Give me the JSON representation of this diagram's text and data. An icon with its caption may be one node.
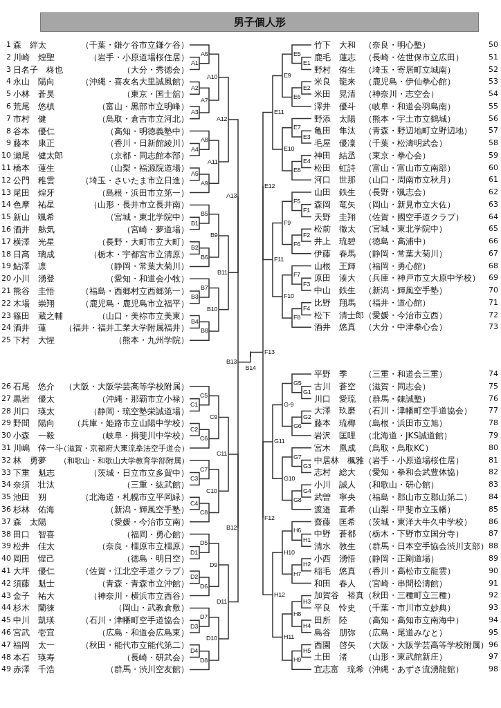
{
  "diagram": {
    "title": "男子個人形",
    "nodes": [
      {
        "text": [
          "1",
          "森　絆太",
          "（千葉・鎌ケ谷市立鎌ケ谷）"
        ]
      },
      {
        "text": [
          "2",
          "川崎　煌聖",
          "（岩手・小原道場桜住居）"
        ]
      },
      {
        "text": [
          "3",
          "日名子　柊也",
          "（大分・秀徳会）"
        ]
      },
      {
        "text": [
          "4",
          "永山　陽向",
          "（沖縄・喜友名大里誠風館）"
        ]
      },
      {
        "text": [
          "5",
          "小林　蒼昊",
          "（東京・国士舘）"
        ]
      },
      {
        "text": [
          "6",
          "荒尾　悠槙",
          "（富山・黒部市立明峰）"
        ]
      },
      {
        "text": [
          "7",
          "市村　健",
          "（鳥取・倉吉市立河北）"
        ]
      },
      {
        "text": [
          "8",
          "谷本　優仁",
          "（高知・明徳義塾中）"
        ]
      },
      {
        "text": [
          "9",
          "藤本　康正",
          "（香川・日新館綾川）"
        ]
      },
      {
        "text": [
          "10",
          "瀬尾　健太郎",
          "（京都・同志館本部）"
        ]
      },
      {
        "text": [
          "11",
          "橋本　蓮生",
          "（山梨・福源院道場）"
        ]
      },
      {
        "text": [
          "12",
          "公門　稚雲",
          "（埼玉・さいたま市立日進）"
        ]
      },
      {
        "text": [
          "13",
          "尾田　煌牙",
          "（島根・浜田市立第一）"
        ]
      },
      {
        "text": [
          "14",
          "色摩　祐星",
          "（山形・長井市立長井南）"
        ]
      },
      {
        "text": [
          "15",
          "新山　颯希",
          "（宮城・東北学院中）"
        ]
      },
      {
        "text": [
          "16",
          "酒井　舷気",
          "（宮崎・夢道場）"
        ]
      },
      {
        "text": [
          "17",
          "横澤　光星",
          "（長野・大町市立大町）"
        ]
      },
      {
        "text": [
          "18",
          "日髙　璃成",
          "（栃木・宇都宮市立清原）"
        ]
      },
      {
        "text": [
          "19",
          "鮎澤　凛",
          "（静岡・常葉大菊川）"
        ]
      },
      {
        "text": [
          "20",
          "小川　湧登",
          "（愛知・和道会小牧）"
        ]
      },
      {
        "text": [
          "21",
          "熊谷　圭悟",
          "（福島・西郷村立西郷第一）"
        ]
      },
      {
        "text": [
          "22",
          "木場　崇翔",
          "（鹿児島・鹿児島市立福平）"
        ]
      },
      {
        "text": [
          "23",
          "篠田　蔵之輔",
          "（山口・美祢市立美東）"
        ]
      },
      {
        "text": [
          "24",
          "酒井　蓮",
          "（福井・福井工業大学附属福井）"
        ]
      },
      {
        "text": [
          "25",
          "下村　大惺",
          "（熊本・九州学院）"
        ]
      },
      {
        "text": [
          "26",
          "石尾　悠介",
          "（大阪・大阪学芸高等学校附属）"
        ]
      },
      {
        "text": [
          "27",
          "黒岩　優太",
          "（沖縄・那覇市立小禄）"
        ]
      },
      {
        "text": [
          "28",
          "川口　瑛太",
          "（静岡・琉空塾栄誠道場）"
        ]
      },
      {
        "text": [
          "29",
          "野間　陽向",
          "（兵庫・姫路市立山陽中学校）"
        ]
      },
      {
        "text": [
          "30",
          "小森　一毅",
          "（岐阜・揖斐川中学校）"
        ]
      },
      {
        "text": [
          "31",
          "川嶋　倖一斗",
          "（滋賀・京都府大東流拳法空手道会）"
        ]
      },
      {
        "text": [
          "32",
          "林　勇夢",
          "（和歌山・和歌山大学教育学部附属）"
        ]
      },
      {
        "text": [
          "33",
          "下重　魁志",
          "（茨城・日立市立多賀中）"
        ]
      },
      {
        "text": [
          "34",
          "奈須　壮汰",
          "（三重・紘武館）"
        ]
      },
      {
        "text": [
          "35",
          "池田　朔",
          "（北海道・札幌市立平岡緑）"
        ]
      },
      {
        "text": [
          "36",
          "杉林　佑海",
          "（新潟・輝風空手塾）"
        ]
      },
      {
        "text": [
          "37",
          "森　太陽",
          "（愛媛・今治市立南）"
        ]
      },
      {
        "text": [
          "38",
          "田口　智喜",
          "（福岡・勇心館）"
        ]
      },
      {
        "text": [
          "39",
          "松井　佳太",
          "（奈良・橿原市立橿原）"
        ]
      },
      {
        "text": [
          "40",
          "岡田　惺己",
          "（徳島・明日空）"
        ]
      },
      {
        "text": [
          "41",
          "大坪　優仁",
          "（佐賀・江北空手道クラブ）"
        ]
      },
      {
        "text": [
          "42",
          "須藤　魁士",
          "（青森・青森市立沖館）"
        ]
      },
      {
        "text": [
          "43",
          "金子　祐大",
          "（神奈川・横浜市立西谷）"
        ]
      },
      {
        "text": [
          "44",
          "杉木　蘭徠",
          "（岡山・武教倉敷）"
        ]
      },
      {
        "text": [
          "45",
          "中川　凱瑛",
          "（石川・津幡町空手道協会）"
        ]
      },
      {
        "text": [
          "46",
          "宮武　壱宜",
          "（広島・和道会広島東）"
        ]
      },
      {
        "text": [
          "47",
          "福岡　太一",
          "（秋田・能代市立能代第二）"
        ]
      },
      {
        "text": [
          "48",
          "本石　瑛寿",
          "（長崎・研武会）"
        ]
      },
      {
        "text": [
          "49",
          "赤澤　千浩",
          "（群馬・渋川空友館）"
        ]
      },
      {
        "text": [
          "竹下　大和",
          "（奈良・明心塾）",
          "50"
        ]
      },
      {
        "text": [
          "鹿毛　蓮志",
          "（長崎・佐世保市立広田）",
          "51"
        ]
      },
      {
        "text": [
          "野村　侑生",
          "（埼玉・寄居町立城南）",
          "52"
        ]
      },
      {
        "text": [
          "米良　龍来",
          "（鹿児島・伊仙拳心館）",
          "53"
        ]
      },
      {
        "text": [
          "米田　晃清",
          "（神奈川・志空会）",
          "54"
        ]
      },
      {
        "text": [
          "澤井　優斗",
          "（岐阜・和道会羽島南）",
          "55"
        ]
      },
      {
        "text": [
          "野添　太陽",
          "（熊本・宇土市立鶴城）",
          "56"
        ]
      },
      {
        "text": [
          "亀田　隼汰",
          "（青森・野辺地町立野辺地）",
          "57"
        ]
      },
      {
        "text": [
          "毛屋　優凜",
          "（千葉・松濤明武会）",
          "58"
        ]
      },
      {
        "text": [
          "神田　結丞",
          "（東京・拳心会）",
          "59"
        ]
      },
      {
        "text": [
          "松田　虹詩",
          "（富山・富山市立南部）",
          "60"
        ]
      },
      {
        "text": [
          "河口　世那",
          "（山口・周南市立秋月）",
          "61"
        ]
      },
      {
        "text": [
          "山田　鉄生",
          "（長野・颯志会）",
          "62"
        ]
      },
      {
        "text": [
          "森岡　竜矢",
          "（岡山・新見市立大佐）",
          "63"
        ]
      },
      {
        "text": [
          "天野　圭翔",
          "（佐賀・國空手道クラブ）",
          "64"
        ]
      },
      {
        "text": [
          "松前　徹太",
          "（宮城・東北学院中）",
          "65"
        ]
      },
      {
        "text": [
          "井上　琉碧",
          "（徳島・高浦中）",
          "66"
        ]
      },
      {
        "text": [
          "伊藤　春馬",
          "（静岡・常葉大菊川）",
          "67"
        ]
      },
      {
        "text": [
          "山根　王輝",
          "（福岡・勇心館）",
          "68"
        ]
      },
      {
        "text": [
          "原田　湊大",
          "（兵庫・神戸市立大原中学校）",
          "69"
        ]
      },
      {
        "text": [
          "中山　鉄生",
          "（新潟・輝風空手塾）",
          "70"
        ]
      },
      {
        "text": [
          "比野　翔馬",
          "（福井・道心館）",
          "71"
        ]
      },
      {
        "text": [
          "松下　清士郎",
          "（愛媛・今治市立西）",
          "72"
        ]
      },
      {
        "text": [
          "酒井　悠真",
          "（大分・中津拳心会）",
          "73"
        ]
      },
      {
        "text": [
          "平野　季",
          "（三重・和道会三重）",
          "74"
        ]
      },
      {
        "text": [
          "古川　蒼空",
          "（滋賀・同志会）",
          "75"
        ]
      },
      {
        "text": [
          "川口　愛琉",
          "（群馬・錬誠塾）",
          "76"
        ]
      },
      {
        "text": [
          "大澤　玖磨",
          "（石川・津幡町空手道協会）",
          "77"
        ]
      },
      {
        "text": [
          "藤本　琉椰",
          "（島根・浜田市立旭）",
          "78"
        ]
      },
      {
        "text": [
          "岩沢　匡哩",
          "（北海道・JKS誠道館）",
          "79"
        ]
      },
      {
        "text": [
          "宮木　凰成",
          "（鳥取・鳥取KC）",
          "80"
        ]
      },
      {
        "text": [
          "中居林　楓雅",
          "（岩手・小原道場桜住居）",
          "81"
        ]
      },
      {
        "text": [
          "志村　総大",
          "（愛知・拳和会武豊体協）",
          "82"
        ]
      },
      {
        "text": [
          "小川　誠人",
          "（和歌山・研心館）",
          "83"
        ]
      },
      {
        "text": [
          "武曽　寧央",
          "（福島・郡山市立郡山第二）",
          "84"
        ]
      },
      {
        "text": [
          "渡邉　直希",
          "（山梨・甲斐市立玉幡）",
          "85"
        ]
      },
      {
        "text": [
          "齋藤　匡希",
          "（茨城・東洋大牛久中学校）",
          "86"
        ]
      },
      {
        "text": [
          "中野　蒼都",
          "（栃木・下野市立国分寺）",
          "87"
        ]
      },
      {
        "text": [
          "清水　敦生",
          "（群馬・日本空手協会渋川支部）",
          "88"
        ]
      },
      {
        "text": [
          "小西　湧悟",
          "（静岡・正剛道場）",
          "89"
        ]
      },
      {
        "text": [
          "稲毛　悠真",
          "（香川・高松市立龍雲）",
          "90"
        ]
      },
      {
        "text": [
          "和田　春人",
          "（宮崎・串間松濤館）",
          "91"
        ]
      },
      {
        "text": [
          "加賀谷　裕真",
          "（秋田・三種町立三種）",
          "92"
        ]
      },
      {
        "text": [
          "平良　怜史",
          "（千葉・市川市立妙典）",
          "93"
        ]
      },
      {
        "text": [
          "田所　陸",
          "（高知・高知市立南海中）",
          "94"
        ]
      },
      {
        "text": [
          "島谷　朋弥",
          "（広島・尾道みなと）",
          "95"
        ]
      },
      {
        "text": [
          "西園　啓矢",
          "（大阪・大阪学芸高等学校附属）",
          "96"
        ]
      },
      {
        "text": [
          "土田　渚",
          "（山形・東武館新庄）",
          "97"
        ]
      },
      {
        "text": [
          "宜志富　琉希",
          "（沖縄・あずさ流湧龍館）",
          "98"
        ]
      },
      {
        "text": [
          "A1"
        ]
      },
      {
        "text": [
          "A2"
        ]
      },
      {
        "text": [
          "A3"
        ]
      },
      {
        "text": [
          "A4"
        ]
      },
      {
        "text": [
          "A5"
        ]
      },
      {
        "text": [
          "A6"
        ]
      },
      {
        "text": [
          "A7"
        ]
      },
      {
        "text": [
          "A8"
        ]
      },
      {
        "text": [
          "A9"
        ]
      },
      {
        "text": [
          "A10"
        ]
      },
      {
        "text": [
          "A11"
        ]
      },
      {
        "text": [
          "A12"
        ]
      },
      {
        "text": [
          "A13"
        ]
      },
      {
        "text": [
          "B1"
        ]
      },
      {
        "text": [
          "B2"
        ]
      },
      {
        "text": [
          "B3"
        ]
      },
      {
        "text": [
          "B4"
        ]
      },
      {
        "text": [
          "B5"
        ]
      },
      {
        "text": [
          "B6"
        ]
      },
      {
        "text": [
          "B7"
        ]
      },
      {
        "text": [
          "B8"
        ]
      },
      {
        "text": [
          "B9"
        ]
      },
      {
        "text": [
          "B10"
        ]
      },
      {
        "text": [
          "B11"
        ]
      },
      {
        "text": [
          "B12"
        ]
      },
      {
        "text": [
          "B13"
        ]
      },
      {
        "text": [
          "B14"
        ]
      },
      {
        "text": [
          "C1"
        ]
      },
      {
        "text": [
          "C2"
        ]
      },
      {
        "text": [
          "C3"
        ]
      },
      {
        "text": [
          "C4"
        ]
      },
      {
        "text": [
          "C5"
        ]
      },
      {
        "text": [
          "C6"
        ]
      },
      {
        "text": [
          "C7"
        ]
      },
      {
        "text": [
          "C8"
        ]
      },
      {
        "text": [
          "C9"
        ]
      },
      {
        "text": [
          "C10"
        ]
      },
      {
        "text": [
          "C11"
        ]
      },
      {
        "text": [
          "D1"
        ]
      },
      {
        "text": [
          "D2"
        ]
      },
      {
        "text": [
          "D3"
        ]
      },
      {
        "text": [
          "D4"
        ]
      },
      {
        "text": [
          "D5"
        ]
      },
      {
        "text": [
          "D6"
        ]
      },
      {
        "text": [
          "D7"
        ]
      },
      {
        "text": [
          "D8"
        ]
      },
      {
        "text": [
          "D9"
        ]
      },
      {
        "text": [
          "D10"
        ]
      },
      {
        "text": [
          "D11"
        ]
      },
      {
        "text": [
          "E1"
        ]
      },
      {
        "text": [
          "E2"
        ]
      },
      {
        "text": [
          "E3"
        ]
      },
      {
        "text": [
          "E4"
        ]
      },
      {
        "text": [
          "E5"
        ]
      },
      {
        "text": [
          "E6"
        ]
      },
      {
        "text": [
          "E7"
        ]
      },
      {
        "text": [
          "E8"
        ]
      },
      {
        "text": [
          "E9"
        ]
      },
      {
        "text": [
          "E10"
        ]
      },
      {
        "text": [
          "E11"
        ]
      },
      {
        "text": [
          "E12"
        ]
      },
      {
        "text": [
          "F1"
        ]
      },
      {
        "text": [
          "F2"
        ]
      },
      {
        "text": [
          "F3"
        ]
      },
      {
        "text": [
          "F4"
        ]
      },
      {
        "text": [
          "F5"
        ]
      },
      {
        "text": [
          "F6"
        ]
      },
      {
        "text": [
          "F7"
        ]
      },
      {
        "text": [
          "F8"
        ]
      },
      {
        "text": [
          "F9"
        ]
      },
      {
        "text": [
          "F10"
        ]
      },
      {
        "text": [
          "F11"
        ]
      },
      {
        "text": [
          "F12"
        ]
      },
      {
        "text": [
          "F13"
        ]
      },
      {
        "text": [
          "G1"
        ]
      },
      {
        "text": [
          "G2"
        ]
      },
      {
        "text": [
          "G3"
        ]
      },
      {
        "text": [
          "G4"
        ]
      },
      {
        "text": [
          "G5"
        ]
      },
      {
        "text": [
          "G6"
        ]
      },
      {
        "text": [
          "G7"
        ]
      },
      {
        "text": [
          "G8"
        ]
      },
      {
        "text": [
          "G-9"
        ]
      },
      {
        "text": [
          "G10"
        ]
      },
      {
        "text": [
          "G11"
        ]
      },
      {
        "text": [
          "H1"
        ]
      },
      {
        "text": [
          "H2"
        ]
      },
      {
        "text": [
          "H3"
        ]
      },
      {
        "text": [
          "H4"
        ]
      },
      {
        "text": [
          "H5"
        ]
      },
      {
        "text": [
          "H6"
        ]
      },
      {
        "text": [
          "H7"
        ]
      },
      {
        "text": [
          "H8"
        ]
      },
      {
        "text": [
          "H9"
        ]
      },
      {
        "text": [
          "H10"
        ]
      },
      {
        "text": [
          "H11"
        ]
      },
      {
        "text": [
          "H12"
        ]
      }
    ],
    "edges": [
      {
        "from": 1,
        "to": 98,
        "arrow": "none"
      },
      {
        "from": 2,
        "to": 98,
        "arrow": "none"
      },
      {
        "from": 3,
        "to": 99,
        "arrow": "none"
      },
      {
        "from": 4,
        "to": 99,
        "arrow": "none"
      },
      {
        "from": 5,
        "to": 100,
        "arrow": "none"
      },
      {
        "from": 6,
        "to": 100,
        "arrow": "none"
      },
      {
        "from": 8,
        "to": 101,
        "arrow": "none"
      },
      {
        "from": 9,
        "to": 101,
        "arrow": "none"
      },
      {
        "from": 10,
        "to": 102,
        "arrow": "none"
      },
      {
        "from": 11,
        "to": 102,
        "arrow": "none"
      },
      {
        "from": 0,
        "to": 103,
        "arrow": "none"
      },
      {
        "from": 98,
        "to": 103,
        "arrow": "none"
      },
      {
        "from": 99,
        "to": 104,
        "arrow": "none"
      },
      {
        "from": 100,
        "to": 104,
        "arrow": "none"
      },
      {
        "from": 7,
        "to": 105,
        "arrow": "none"
      },
      {
        "from": 101,
        "to": 105,
        "arrow": "none"
      },
      {
        "from": 102,
        "to": 106,
        "arrow": "none"
      },
      {
        "from": 12,
        "to": 106,
        "arrow": "none"
      },
      {
        "from": 103,
        "to": 107,
        "arrow": "none"
      },
      {
        "from": 104,
        "to": 107,
        "arrow": "none"
      },
      {
        "from": 105,
        "to": 108,
        "arrow": "none"
      },
      {
        "from": 106,
        "to": 108,
        "arrow": "none"
      },
      {
        "from": 107,
        "to": 109,
        "arrow": "none"
      },
      {
        "from": 108,
        "to": 109,
        "arrow": "none"
      },
      {
        "from": 109,
        "to": 110,
        "arrow": "none"
      },
      {
        "from": 121,
        "to": 110,
        "arrow": "none"
      },
      {
        "from": 14,
        "to": 111,
        "arrow": "none"
      },
      {
        "from": 15,
        "to": 111,
        "arrow": "none"
      },
      {
        "from": 16,
        "to": 112,
        "arrow": "none"
      },
      {
        "from": 17,
        "to": 112,
        "arrow": "none"
      },
      {
        "from": 20,
        "to": 113,
        "arrow": "none"
      },
      {
        "from": 21,
        "to": 113,
        "arrow": "none"
      },
      {
        "from": 22,
        "to": 114,
        "arrow": "none"
      },
      {
        "from": 23,
        "to": 114,
        "arrow": "none"
      },
      {
        "from": 13,
        "to": 115,
        "arrow": "none"
      },
      {
        "from": 111,
        "to": 115,
        "arrow": "none"
      },
      {
        "from": 112,
        "to": 116,
        "arrow": "none"
      },
      {
        "from": 18,
        "to": 116,
        "arrow": "none"
      },
      {
        "from": 19,
        "to": 117,
        "arrow": "none"
      },
      {
        "from": 113,
        "to": 117,
        "arrow": "none"
      },
      {
        "from": 114,
        "to": 118,
        "arrow": "none"
      },
      {
        "from": 24,
        "to": 118,
        "arrow": "none"
      },
      {
        "from": 115,
        "to": 119,
        "arrow": "none"
      },
      {
        "from": 116,
        "to": 119,
        "arrow": "none"
      },
      {
        "from": 117,
        "to": 120,
        "arrow": "none"
      },
      {
        "from": 118,
        "to": 120,
        "arrow": "none"
      },
      {
        "from": 119,
        "to": 121,
        "arrow": "none"
      },
      {
        "from": 120,
        "to": 121,
        "arrow": "none"
      },
      {
        "from": 135,
        "to": 122,
        "arrow": "none"
      },
      {
        "from": 146,
        "to": 122,
        "arrow": "none"
      },
      {
        "from": 110,
        "to": 123,
        "arrow": "none"
      },
      {
        "from": 122,
        "to": 123,
        "arrow": "none"
      },
      {
        "from": 123,
        "to": 124,
        "arrow": "none"
      },
      {
        "from": 171,
        "to": 124,
        "arrow": "none"
      },
      {
        "from": 26,
        "to": 125,
        "arrow": "none"
      },
      {
        "from": 27,
        "to": 125,
        "arrow": "none"
      },
      {
        "from": 28,
        "to": 126,
        "arrow": "none"
      },
      {
        "from": 29,
        "to": 126,
        "arrow": "none"
      },
      {
        "from": 32,
        "to": 127,
        "arrow": "none"
      },
      {
        "from": 33,
        "to": 127,
        "arrow": "none"
      },
      {
        "from": 34,
        "to": 128,
        "arrow": "none"
      },
      {
        "from": 35,
        "to": 128,
        "arrow": "none"
      },
      {
        "from": 25,
        "to": 129,
        "arrow": "none"
      },
      {
        "from": 125,
        "to": 129,
        "arrow": "none"
      },
      {
        "from": 126,
        "to": 130,
        "arrow": "none"
      },
      {
        "from": 30,
        "to": 130,
        "arrow": "none"
      },
      {
        "from": 31,
        "to": 131,
        "arrow": "none"
      },
      {
        "from": 127,
        "to": 131,
        "arrow": "none"
      },
      {
        "from": 128,
        "to": 132,
        "arrow": "none"
      },
      {
        "from": 36,
        "to": 132,
        "arrow": "none"
      },
      {
        "from": 129,
        "to": 133,
        "arrow": "none"
      },
      {
        "from": 130,
        "to": 133,
        "arrow": "none"
      },
      {
        "from": 131,
        "to": 134,
        "arrow": "none"
      },
      {
        "from": 132,
        "to": 134,
        "arrow": "none"
      },
      {
        "from": 133,
        "to": 135,
        "arrow": "none"
      },
      {
        "from": 134,
        "to": 135,
        "arrow": "none"
      },
      {
        "from": 38,
        "to": 136,
        "arrow": "none"
      },
      {
        "from": 39,
        "to": 136,
        "arrow": "none"
      },
      {
        "from": 40,
        "to": 137,
        "arrow": "none"
      },
      {
        "from": 41,
        "to": 137,
        "arrow": "none"
      },
      {
        "from": 44,
        "to": 138,
        "arrow": "none"
      },
      {
        "from": 45,
        "to": 138,
        "arrow": "none"
      },
      {
        "from": 46,
        "to": 139,
        "arrow": "none"
      },
      {
        "from": 47,
        "to": 139,
        "arrow": "none"
      },
      {
        "from": 37,
        "to": 140,
        "arrow": "none"
      },
      {
        "from": 136,
        "to": 140,
        "arrow": "none"
      },
      {
        "from": 137,
        "to": 141,
        "arrow": "none"
      },
      {
        "from": 42,
        "to": 141,
        "arrow": "none"
      },
      {
        "from": 43,
        "to": 142,
        "arrow": "none"
      },
      {
        "from": 138,
        "to": 142,
        "arrow": "none"
      },
      {
        "from": 139,
        "to": 143,
        "arrow": "none"
      },
      {
        "from": 48,
        "to": 143,
        "arrow": "none"
      },
      {
        "from": 140,
        "to": 144,
        "arrow": "none"
      },
      {
        "from": 141,
        "to": 144,
        "arrow": "none"
      },
      {
        "from": 142,
        "to": 145,
        "arrow": "none"
      },
      {
        "from": 143,
        "to": 145,
        "arrow": "none"
      },
      {
        "from": 144,
        "to": 146,
        "arrow": "none"
      },
      {
        "from": 145,
        "to": 146,
        "arrow": "none"
      },
      {
        "from": 50,
        "to": 147,
        "arrow": "none"
      },
      {
        "from": 51,
        "to": 147,
        "arrow": "none"
      },
      {
        "from": 52,
        "to": 148,
        "arrow": "none"
      },
      {
        "from": 53,
        "to": 148,
        "arrow": "none"
      },
      {
        "from": 56,
        "to": 149,
        "arrow": "none"
      },
      {
        "from": 57,
        "to": 149,
        "arrow": "none"
      },
      {
        "from": 58,
        "to": 150,
        "arrow": "none"
      },
      {
        "from": 59,
        "to": 150,
        "arrow": "none"
      },
      {
        "from": 49,
        "to": 151,
        "arrow": "none"
      },
      {
        "from": 147,
        "to": 151,
        "arrow": "none"
      },
      {
        "from": 148,
        "to": 152,
        "arrow": "none"
      },
      {
        "from": 54,
        "to": 152,
        "arrow": "none"
      },
      {
        "from": 55,
        "to": 153,
        "arrow": "none"
      },
      {
        "from": 149,
        "to": 153,
        "arrow": "none"
      },
      {
        "from": 150,
        "to": 154,
        "arrow": "none"
      },
      {
        "from": 60,
        "to": 154,
        "arrow": "none"
      },
      {
        "from": 151,
        "to": 155,
        "arrow": "none"
      },
      {
        "from": 152,
        "to": 155,
        "arrow": "none"
      },
      {
        "from": 153,
        "to": 156,
        "arrow": "none"
      },
      {
        "from": 154,
        "to": 156,
        "arrow": "none"
      },
      {
        "from": 155,
        "to": 157,
        "arrow": "none"
      },
      {
        "from": 156,
        "to": 157,
        "arrow": "none"
      },
      {
        "from": 157,
        "to": 158,
        "arrow": "none"
      },
      {
        "from": 169,
        "to": 158,
        "arrow": "none"
      },
      {
        "from": 62,
        "to": 159,
        "arrow": "none"
      },
      {
        "from": 63,
        "to": 159,
        "arrow": "none"
      },
      {
        "from": 64,
        "to": 160,
        "arrow": "none"
      },
      {
        "from": 65,
        "to": 160,
        "arrow": "none"
      },
      {
        "from": 68,
        "to": 161,
        "arrow": "none"
      },
      {
        "from": 69,
        "to": 161,
        "arrow": "none"
      },
      {
        "from": 70,
        "to": 162,
        "arrow": "none"
      },
      {
        "from": 71,
        "to": 162,
        "arrow": "none"
      },
      {
        "from": 61,
        "to": 163,
        "arrow": "none"
      },
      {
        "from": 159,
        "to": 163,
        "arrow": "none"
      },
      {
        "from": 160,
        "to": 164,
        "arrow": "none"
      },
      {
        "from": 66,
        "to": 164,
        "arrow": "none"
      },
      {
        "from": 67,
        "to": 165,
        "arrow": "none"
      },
      {
        "from": 161,
        "to": 165,
        "arrow": "none"
      },
      {
        "from": 162,
        "to": 166,
        "arrow": "none"
      },
      {
        "from": 72,
        "to": 166,
        "arrow": "none"
      },
      {
        "from": 163,
        "to": 167,
        "arrow": "none"
      },
      {
        "from": 164,
        "to": 167,
        "arrow": "none"
      },
      {
        "from": 165,
        "to": 168,
        "arrow": "none"
      },
      {
        "from": 166,
        "to": 168,
        "arrow": "none"
      },
      {
        "from": 167,
        "to": 169,
        "arrow": "none"
      },
      {
        "from": 168,
        "to": 169,
        "arrow": "none"
      },
      {
        "from": 182,
        "to": 170,
        "arrow": "none"
      },
      {
        "from": 194,
        "to": 170,
        "arrow": "none"
      },
      {
        "from": 158,
        "to": 171,
        "arrow": "none"
      },
      {
        "from": 170,
        "to": 171,
        "arrow": "none"
      },
      {
        "from": 74,
        "to": 172,
        "arrow": "none"
      },
      {
        "from": 75,
        "to": 172,
        "arrow": "none"
      },
      {
        "from": 76,
        "to": 173,
        "arrow": "none"
      },
      {
        "from": 77,
        "to": 173,
        "arrow": "none"
      },
      {
        "from": 80,
        "to": 174,
        "arrow": "none"
      },
      {
        "from": 81,
        "to": 174,
        "arrow": "none"
      },
      {
        "from": 82,
        "to": 175,
        "arrow": "none"
      },
      {
        "from": 83,
        "to": 175,
        "arrow": "none"
      },
      {
        "from": 73,
        "to": 176,
        "arrow": "none"
      },
      {
        "from": 172,
        "to": 176,
        "arrow": "none"
      },
      {
        "from": 173,
        "to": 177,
        "arrow": "none"
      },
      {
        "from": 78,
        "to": 177,
        "arrow": "none"
      },
      {
        "from": 79,
        "to": 178,
        "arrow": "none"
      },
      {
        "from": 174,
        "to": 178,
        "arrow": "none"
      },
      {
        "from": 175,
        "to": 179,
        "arrow": "none"
      },
      {
        "from": 84,
        "to": 179,
        "arrow": "none"
      },
      {
        "from": 176,
        "to": 180,
        "arrow": "none"
      },
      {
        "from": 177,
        "to": 180,
        "arrow": "none"
      },
      {
        "from": 178,
        "to": 181,
        "arrow": "none"
      },
      {
        "from": 179,
        "to": 181,
        "arrow": "none"
      },
      {
        "from": 180,
        "to": 182,
        "arrow": "none"
      },
      {
        "from": 181,
        "to": 182,
        "arrow": "none"
      },
      {
        "from": 86,
        "to": 183,
        "arrow": "none"
      },
      {
        "from": 87,
        "to": 183,
        "arrow": "none"
      },
      {
        "from": 88,
        "to": 184,
        "arrow": "none"
      },
      {
        "from": 89,
        "to": 184,
        "arrow": "none"
      },
      {
        "from": 91,
        "to": 185,
        "arrow": "none"
      },
      {
        "from": 92,
        "to": 185,
        "arrow": "none"
      },
      {
        "from": 93,
        "to": 186,
        "arrow": "none"
      },
      {
        "from": 94,
        "to": 186,
        "arrow": "none"
      },
      {
        "from": 95,
        "to": 187,
        "arrow": "none"
      },
      {
        "from": 96,
        "to": 187,
        "arrow": "none"
      },
      {
        "from": 85,
        "to": 188,
        "arrow": "none"
      },
      {
        "from": 183,
        "to": 188,
        "arrow": "none"
      },
      {
        "from": 184,
        "to": 189,
        "arrow": "none"
      },
      {
        "from": 90,
        "to": 189,
        "arrow": "none"
      },
      {
        "from": 185,
        "to": 190,
        "arrow": "none"
      },
      {
        "from": 186,
        "to": 190,
        "arrow": "none"
      },
      {
        "from": 187,
        "to": 191,
        "arrow": "none"
      },
      {
        "from": 97,
        "to": 191,
        "arrow": "none"
      },
      {
        "from": 188,
        "to": 192,
        "arrow": "none"
      },
      {
        "from": 189,
        "to": 192,
        "arrow": "none"
      },
      {
        "from": 190,
        "to": 193,
        "arrow": "none"
      },
      {
        "from": 191,
        "to": 193,
        "arrow": "none"
      },
      {
        "from": 192,
        "to": 194,
        "arrow": "none"
      },
      {
        "from": 193,
        "to": 194,
        "arrow": "none"
      }
    ]
  }
}
